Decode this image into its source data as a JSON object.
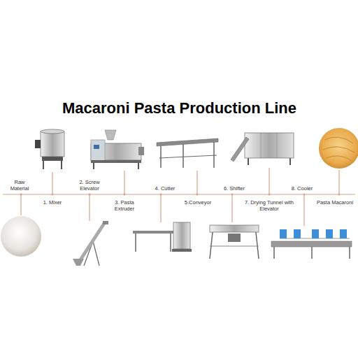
{
  "diagram": {
    "title": "Macaroni Pasta Production Line",
    "labels": [
      "Raw Material",
      "1. Mixer",
      "2. Screw Elevator",
      "3. Pasta Extruder",
      "4. Cutter",
      "5.Conveyor",
      "6. Shifter",
      "7. Drying Tunnel with Elevator",
      "8. Cooler",
      "Pasta Macaroni"
    ]
  }
}
